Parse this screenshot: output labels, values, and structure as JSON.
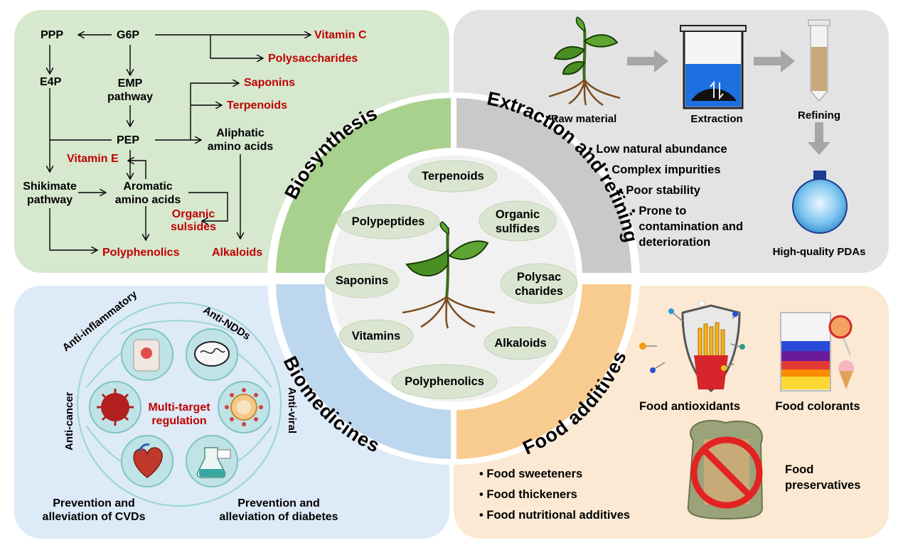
{
  "biosynthesis": {
    "nodes": {
      "ppp": "PPP",
      "g6p": "G6P",
      "e4p": "E4P",
      "emp": "EMP\npathway",
      "pep": "PEP",
      "aliphatic": "Aliphatic\namino acids",
      "shikimate": "Shikimate\npathway",
      "aromatic": "Aromatic\namino acids"
    },
    "products": {
      "vitamin_c": "Vitamin C",
      "polysaccharides": "Polysaccharides",
      "saponins": "Saponins",
      "terpenoids": "Terpenoids",
      "vitamin_e": "Vitamin E",
      "organic_sulsides": "Organic\nsulsides",
      "polyphenolics": "Polyphenolics",
      "alkaloids": "Alkaloids"
    }
  },
  "extraction": {
    "steps": [
      "Raw material",
      "Extraction",
      "Refining",
      "High-quality PDAs"
    ],
    "challenges": [
      "Low natural abundance",
      "Complex impurities",
      "Poor stability",
      "Prone to\ncontamination and\ndeterioration"
    ]
  },
  "biomedicines": {
    "center": "Multi-target\nregulation",
    "labels": {
      "anti_inflammatory": "Anti-inflammatory",
      "anti_ndds": "Anti-NDDs",
      "anti_cancer": "Anti-cancer",
      "anti_viral": "Anti-viral",
      "cvds": "Prevention and\nalleviation of CVDs",
      "diabetes": "Prevention and\nalleviation of diabetes"
    }
  },
  "food": {
    "antioxidants": "Food antioxidants",
    "colorants": "Food colorants",
    "preservatives": "Food\npreservatives",
    "others": [
      "Food sweeteners",
      "Food thickeners",
      "Food nutritional additives"
    ]
  },
  "ring": {
    "biosynthesis": "Biosynthesis",
    "extraction": "Extraction and refining",
    "biomedicines": "Biomedicines",
    "food": "Food additives"
  },
  "center_compounds": {
    "terpenoids": "Terpenoids",
    "polypeptides": "Polypeptides",
    "organic_sulfides": "Organic\nsulfides",
    "saponins": "Saponins",
    "polysaccharides": "Polysac\ncharides",
    "vitamins": "Vitamins",
    "alkaloids": "Alkaloids",
    "polyphenolics": "Polyphenolics"
  },
  "colors": {
    "bio_bg": "#d6e8ce",
    "ext_bg": "#e3e3e3",
    "med_bg": "#ddeaf7",
    "food_bg": "#fbe9d3",
    "ring_green": "#a9d18e",
    "ring_gray": "#c9c9c9",
    "ring_blue": "#bdd7ee",
    "ring_orange": "#f8cb8f",
    "accent_red": "#c00000",
    "ellipse": "#d9e5d0"
  }
}
